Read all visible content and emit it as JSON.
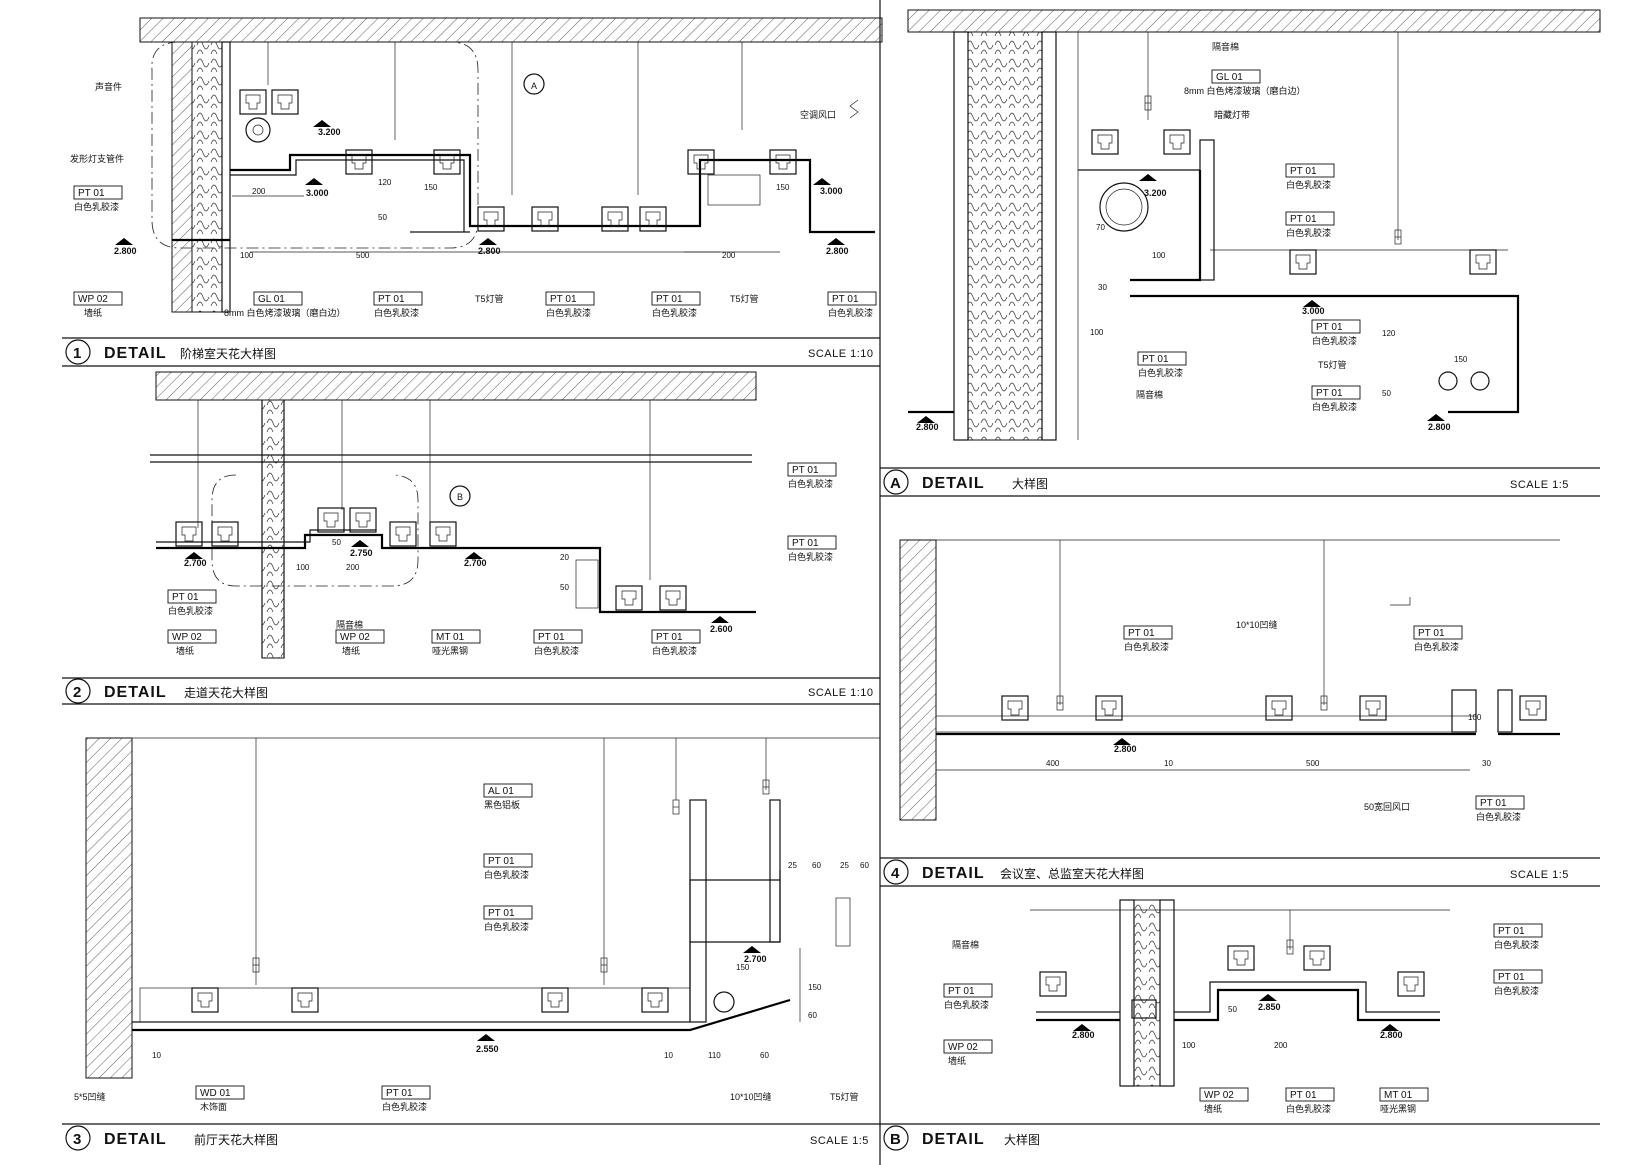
{
  "sheet": {
    "panels": [
      {
        "num": "1",
        "label": "DETAIL",
        "title": "阶梯室天花大样图",
        "scale": "SCALE 1:10"
      },
      {
        "num": "2",
        "label": "DETAIL",
        "title": "走道天花大样图",
        "scale": "SCALE 1:10"
      },
      {
        "num": "3",
        "label": "DETAIL",
        "title": "前厅天花大样图",
        "scale": "SCALE 1:5"
      },
      {
        "num": "A",
        "label": "DETAIL",
        "title": "大样图",
        "scale": "SCALE 1:5"
      },
      {
        "num": "4",
        "label": "DETAIL",
        "title": "会议室、总监室天花大样图",
        "scale": "SCALE 1:5"
      },
      {
        "num": "B",
        "label": "DETAIL",
        "title": "大样图",
        "scale": ""
      }
    ]
  },
  "p1": {
    "tags": [
      {
        "code": "PT 01",
        "desc": "白色乳胶漆"
      },
      {
        "code": "WP 02",
        "desc": "墙纸"
      },
      {
        "code": "GL 01",
        "desc": "8mm 白色烤漆玻璃（磨白边）"
      },
      {
        "code": "PT 01",
        "desc": "白色乳胶漆"
      },
      {
        "code": "PT 01",
        "desc": "白色乳胶漆"
      },
      {
        "code": "PT 01",
        "desc": "白色乳胶漆"
      },
      {
        "code": "PT 01",
        "desc": "白色乳胶漆"
      }
    ],
    "notes": [
      "声音件",
      "发形灯支管件",
      "T5灯管",
      "空调风口",
      "T5灯管"
    ],
    "elev": [
      "3.200",
      "3.000",
      "2.800",
      "2.800",
      "3.000",
      "2.800"
    ],
    "dims": [
      "200",
      "150",
      "100",
      "500",
      "120",
      "50",
      "200",
      "150"
    ],
    "circle": "A"
  },
  "p2": {
    "tags": [
      {
        "code": "PT 01",
        "desc": "白色乳胶漆"
      },
      {
        "code": "PT 01",
        "desc": "白色乳胶漆"
      },
      {
        "code": "PT 01",
        "desc": "白色乳胶漆"
      },
      {
        "code": "WP 02",
        "desc": "墙纸"
      },
      {
        "code": "WP 02",
        "desc": "墙纸"
      },
      {
        "code": "MT 01",
        "desc": "哑光黑钢"
      },
      {
        "code": "PT 01",
        "desc": "白色乳胶漆"
      },
      {
        "code": "PT 01",
        "desc": "白色乳胶漆"
      }
    ],
    "notes": [
      "隔音棉"
    ],
    "elev": [
      "2.700",
      "2.750",
      "2.700",
      "2.600"
    ],
    "dims": [
      "100",
      "200",
      "50",
      "20",
      "50"
    ],
    "circle": "B"
  },
  "p3": {
    "tags": [
      {
        "code": "AL 01",
        "desc": "黑色铝板"
      },
      {
        "code": "PT 01",
        "desc": "白色乳胶漆"
      },
      {
        "code": "PT 01",
        "desc": "白色乳胶漆"
      },
      {
        "code": "WD 01",
        "desc": "木饰面"
      },
      {
        "code": "PT 01",
        "desc": "白色乳胶漆"
      }
    ],
    "notes": [
      "5*5凹缝",
      "10*10凹缝",
      "T5灯管"
    ],
    "elev": [
      "2.700",
      "2.550"
    ],
    "dims": [
      "25",
      "60",
      "25",
      "60",
      "150",
      "150",
      "60",
      "10",
      "10",
      "110",
      "60"
    ]
  },
  "pA": {
    "tags": [
      {
        "code": "GL 01",
        "desc": "8mm 白色烤漆玻璃（磨白边）"
      },
      {
        "code": "PT 01",
        "desc": "白色乳胶漆"
      },
      {
        "code": "PT 01",
        "desc": "白色乳胶漆"
      },
      {
        "code": "PT 01",
        "desc": "白色乳胶漆"
      },
      {
        "code": "PT 01",
        "desc": "白色乳胶漆"
      },
      {
        "code": "PT 01",
        "desc": "白色乳胶漆"
      }
    ],
    "notes": [
      "隔音棉",
      "暗藏灯带",
      "T5灯管",
      "隔音棉"
    ],
    "elev": [
      "3.200",
      "3.000",
      "2.800",
      "2.800"
    ],
    "dims": [
      "100",
      "30",
      "100",
      "120",
      "150",
      "50",
      "70"
    ]
  },
  "p4": {
    "tags": [
      {
        "code": "PT 01",
        "desc": "白色乳胶漆"
      },
      {
        "code": "PT 01",
        "desc": "白色乳胶漆"
      },
      {
        "code": "PT 01",
        "desc": "白色乳胶漆"
      }
    ],
    "notes": [
      "10*10凹缝",
      "50宽回风口"
    ],
    "elev": [
      "2.800"
    ],
    "dims": [
      "400",
      "10",
      "500",
      "100",
      "30"
    ]
  },
  "pB": {
    "tags": [
      {
        "code": "PT 01",
        "desc": "白色乳胶漆"
      },
      {
        "code": "WP 02",
        "desc": "墙纸"
      },
      {
        "code": "WP 02",
        "desc": "墙纸"
      },
      {
        "code": "PT 01",
        "desc": "白色乳胶漆"
      },
      {
        "code": "MT 01",
        "desc": "哑光黑钢"
      },
      {
        "code": "PT 01",
        "desc": "白色乳胶漆"
      },
      {
        "code": "PT 01",
        "desc": "白色乳胶漆"
      }
    ],
    "notes": [
      "隔音棉"
    ],
    "elev": [
      "2.800",
      "2.850",
      "2.800"
    ],
    "dims": [
      "50",
      "100",
      "200"
    ]
  }
}
